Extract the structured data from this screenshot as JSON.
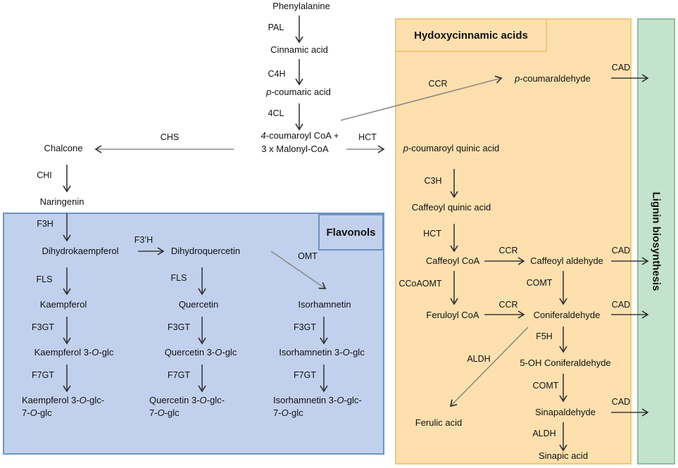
{
  "regions": {
    "flavonols": "Flavonols",
    "hydroxycinnamic": "Hydoxycinnamic acids",
    "lignin": "Lignin biosynthesis"
  },
  "colors": {
    "flavonols_fill": "#c1d0ec",
    "flavonols_border": "#6f92c2",
    "hca_fill": "#fde0ae",
    "hca_border": "#f4c67a",
    "lignin_fill": "#c4e3cc",
    "lignin_border": "#8cc09a",
    "arrow_dark": "#3a3a3a",
    "arrow_grey": "#8a8a8a"
  },
  "compounds": {
    "phenylalanine": "Phenylalanine",
    "cinnamic": "Cinnamic acid",
    "pcoumaric_prefix": "p",
    "pcoumaric_rest": "-coumaric acid",
    "coumaroylcoa_prefix": "4",
    "coumaroylcoa_rest": "-coumaroyl CoA +",
    "malonyl": "3 x Malonyl-CoA",
    "chalcone": "Chalcone",
    "naringenin": "Naringenin",
    "dihydrokaempferol": "Dihydrokaempferol",
    "dihydroquercetin": "Dihydroquercetin",
    "kaempferol": "Kaempferol",
    "quercetin": "Quercetin",
    "isorhamnetin": "Isorhamnetin",
    "glc_o": "O",
    "glc_suffix": "-glc",
    "glc_mid": "-glc-",
    "glc_line2_prefix": "7-",
    "kaempferol3glc_prefix": "Kaempferol 3-",
    "quercetin3glc_prefix": "Quercetin 3-",
    "isorhamnetin3glc_prefix": "Isorhamnetin 3-",
    "pcoumaraldehyde_prefix": "p",
    "pcoumaraldehyde_rest": "-coumaraldehyde",
    "pcoumaroylquinic_prefix": "p",
    "pcoumaroylquinic_rest": "-coumaroyl quinic acid",
    "caffeoylquinic": "Caffeoyl quinic acid",
    "caffeoylcoa": "Caffeoyl CoA",
    "caffeoylaldehyde": "Caffeoyl aldehyde",
    "feruloylcoa": "Feruloyl CoA",
    "coniferaldehyde": "Coniferaldehyde",
    "oh_coniferaldehyde": "5-OH Coniferaldehyde",
    "sinapaldehyde": "Sinapaldehyde",
    "ferulic": "Ferulic acid",
    "sinapic": "Sinapic acid"
  },
  "enzymes": {
    "pal": "PAL",
    "c4h": "C4H",
    "cl4": "4CL",
    "chs": "CHS",
    "hct1": "HCT",
    "ccr1": "CCR",
    "cad1": "CAD",
    "chi": "CHI",
    "f3h": "F3H",
    "f3prime_h": "F3’H",
    "omt": "OMT",
    "fls1": "FLS",
    "fls2": "FLS",
    "f3gt1": "F3GT",
    "f3gt2": "F3GT",
    "f3gt3": "F3GT",
    "f7gt1": "F7GT",
    "f7gt2": "F7GT",
    "f7gt3": "F7GT",
    "c3h": "C3H",
    "hct2": "HCT",
    "ccr2": "CCR",
    "cad2": "CAD",
    "ccoaomt": "CCoAOMT",
    "comt1": "COMT",
    "ccr3": "CCR",
    "cad3": "CAD",
    "aldh1": "ALDH",
    "f5h": "F5H",
    "comt2": "COMT",
    "cad4": "CAD",
    "aldh2": "ALDH"
  }
}
